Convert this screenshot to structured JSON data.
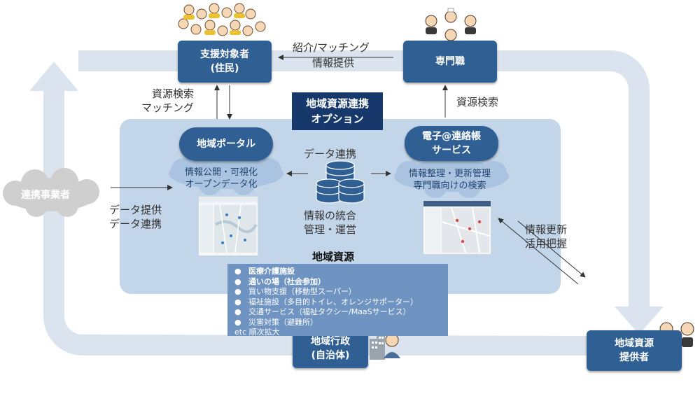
{
  "nodes": {
    "support_target": [
      "支援対象者",
      "(住民)"
    ],
    "professional": [
      "専門職"
    ],
    "option": [
      "地域資源連携",
      "オプション"
    ],
    "portal": [
      "地域ポータル"
    ],
    "renrakucho": [
      "電子@連絡帳",
      "サービス"
    ],
    "partner": [
      "連携事業者"
    ],
    "government": [
      "地域行政",
      "(自治体)"
    ],
    "provider": [
      "地域資源",
      "提供者"
    ]
  },
  "labels": {
    "intro_matching": "紹介/マッチング",
    "info_provision": "情報提供",
    "resource_search_matching": [
      "資源検索",
      "マッチング"
    ],
    "resource_search": "資源検索",
    "data_link": "データ連携",
    "portal_features": [
      "情報公開・可視化",
      "オープンデータ化"
    ],
    "renrakucho_features": [
      "情報整理・更新管理",
      "専門職向けの検索"
    ],
    "data_provide_link": [
      "データ提供",
      "データ連携"
    ],
    "integration": [
      "情報の統合",
      "管理・運営"
    ],
    "info_update": [
      "情報更新",
      "活用把握"
    ],
    "regional_resources": "地域資源"
  },
  "resources": {
    "items": [
      {
        "text": "医療介護施設",
        "bold": true
      },
      {
        "text": "通いの場（社会参加）",
        "bold": true
      },
      {
        "text": "買い物支援（移動型スーパー）",
        "bold": false
      },
      {
        "text": "福祉施設（多目的トイレ、オレンジサポーター）",
        "bold": false
      },
      {
        "text": "交通サービス（福祉タクシー/MaaSサービス）",
        "bold": false
      },
      {
        "text": "災害対策（避難所）",
        "bold": false
      }
    ],
    "etc": "etc 順次拡大",
    "bullet": "●"
  },
  "colors": {
    "box": "#2f5f93",
    "dark_box": "#17386a",
    "band": "#dbe4ee",
    "panel": "#c3d5e9",
    "cloud": "#a9c3e1",
    "list_bg": "#6f94c2",
    "gray_cloud": "#cfcfcf"
  }
}
